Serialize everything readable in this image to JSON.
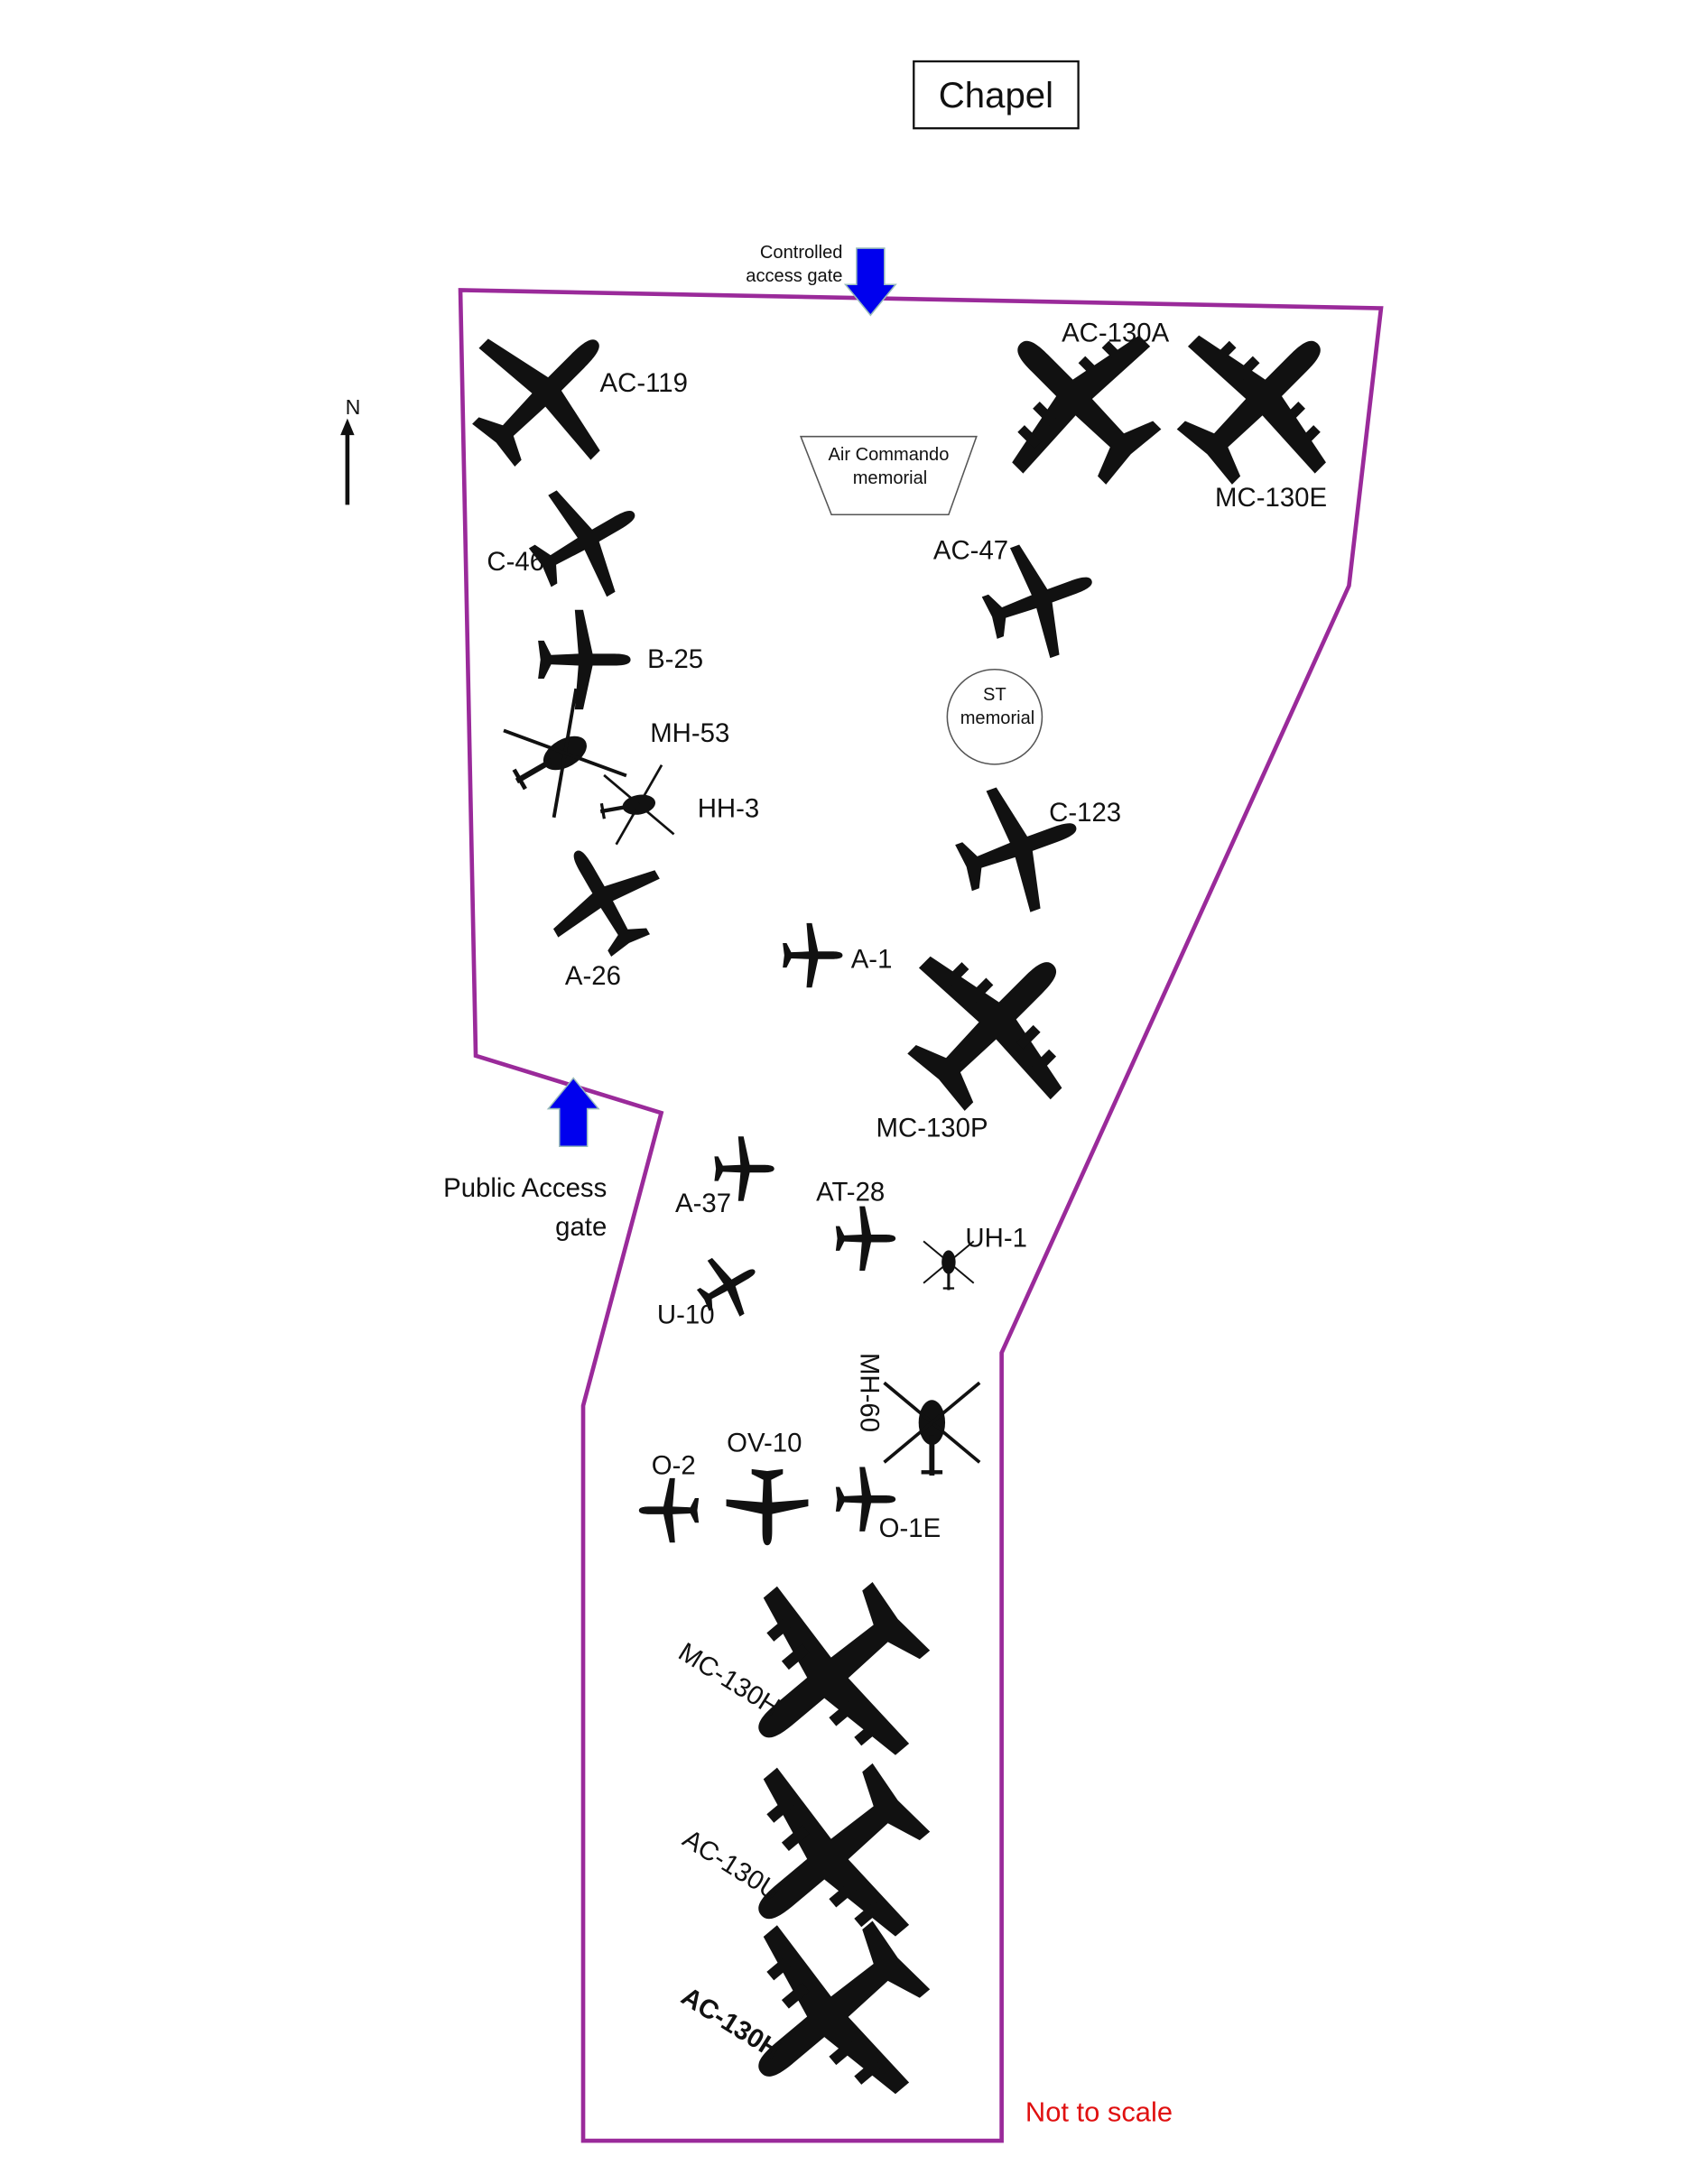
{
  "title_box": "Chapel",
  "north_label": "N",
  "gates": {
    "controlled": [
      "Controlled",
      "access gate"
    ],
    "public": [
      "Public Access",
      "gate"
    ]
  },
  "memorials": {
    "air_commando": [
      "Air Commando",
      "memorial"
    ],
    "st": [
      "ST",
      "memorial"
    ]
  },
  "aircraft": {
    "ac119": "AC-119",
    "ac130a": "AC-130A",
    "mc130e": "MC-130E",
    "c46": "C-46",
    "ac47": "AC-47",
    "b25": "B-25",
    "mh53": "MH-53",
    "hh3": "HH-3",
    "c123": "C-123",
    "a26": "A-26",
    "a1": "A-1",
    "mc130p": "MC-130P",
    "a37": "A-37",
    "at28": "AT-28",
    "uh1": "UH-1",
    "u10": "U-10",
    "mh60": "MH-60",
    "o2": "O-2",
    "ov10": "OV-10",
    "o1e": "O-1E",
    "mc130h": "MC-130H",
    "ac130u": "AC-130U",
    "ac130h": "AC-130H"
  },
  "note": "Not to scale",
  "colors": {
    "boundary": "#9a2a9a",
    "gate_arrow": "#0000ee",
    "note": "#e01010"
  }
}
